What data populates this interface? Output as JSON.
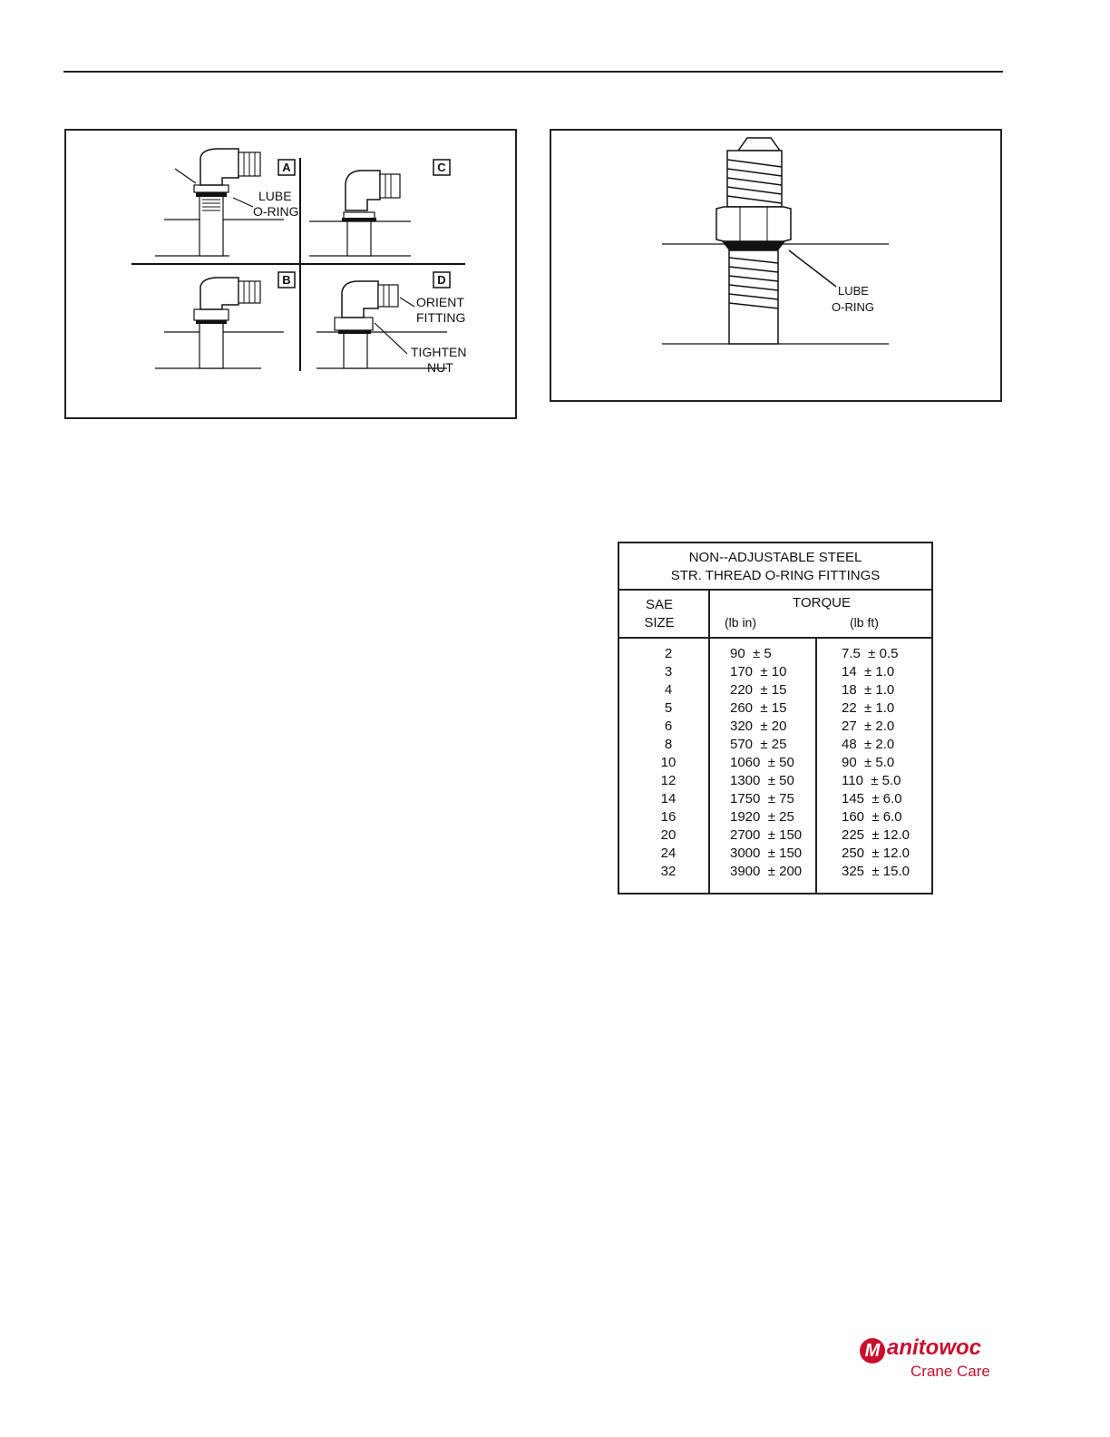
{
  "figures": {
    "left": {
      "panels": [
        "A",
        "B",
        "C",
        "D"
      ],
      "labels": {
        "lube_line1": "LUBE",
        "lube_line2": "O-RING",
        "orient_line1": "ORIENT",
        "orient_line2": "FITTING",
        "tighten_line1": "TIGHTEN",
        "tighten_line2": "NUT"
      }
    },
    "right": {
      "labels": {
        "lube_line1": "LUBE",
        "lube_line2": "O-RING"
      }
    }
  },
  "torque_table": {
    "title_line1": "NON--ADJUSTABLE STEEL",
    "title_line2": "STR. THREAD O-RING FITTINGS",
    "header": {
      "sae_line1": "SAE",
      "sae_line2": "SIZE",
      "torque": "TORQUE",
      "lb_in": "(lb in)",
      "lb_ft": "(lb ft)"
    },
    "rows": [
      {
        "size": "2",
        "lb_in": "90  ± 5",
        "lb_ft": "7.5  ± 0.5"
      },
      {
        "size": "3",
        "lb_in": "170  ± 10",
        "lb_ft": "14  ± 1.0"
      },
      {
        "size": "4",
        "lb_in": "220  ± 15",
        "lb_ft": "18  ± 1.0"
      },
      {
        "size": "5",
        "lb_in": "260  ± 15",
        "lb_ft": "22  ± 1.0"
      },
      {
        "size": "6",
        "lb_in": "320  ± 20",
        "lb_ft": "27  ± 2.0"
      },
      {
        "size": "8",
        "lb_in": "570  ± 25",
        "lb_ft": "48  ± 2.0"
      },
      {
        "size": "10",
        "lb_in": "1060  ± 50",
        "lb_ft": "90  ± 5.0"
      },
      {
        "size": "12",
        "lb_in": "1300  ± 50",
        "lb_ft": "110  ± 5.0"
      },
      {
        "size": "14",
        "lb_in": "1750  ± 75",
        "lb_ft": "145  ± 6.0"
      },
      {
        "size": "16",
        "lb_in": "1920  ± 25",
        "lb_ft": "160  ± 6.0"
      },
      {
        "size": "20",
        "lb_in": "2700  ± 150",
        "lb_ft": "225  ± 12.0"
      },
      {
        "size": "24",
        "lb_in": "3000  ± 150",
        "lb_ft": "250  ± 12.0"
      },
      {
        "size": "32",
        "lb_in": "3900  ± 200",
        "lb_ft": "325  ± 15.0"
      }
    ]
  },
  "logo": {
    "main": "anitowoc",
    "mark": "M",
    "sub": "Crane Care",
    "color": "#c8102e"
  }
}
